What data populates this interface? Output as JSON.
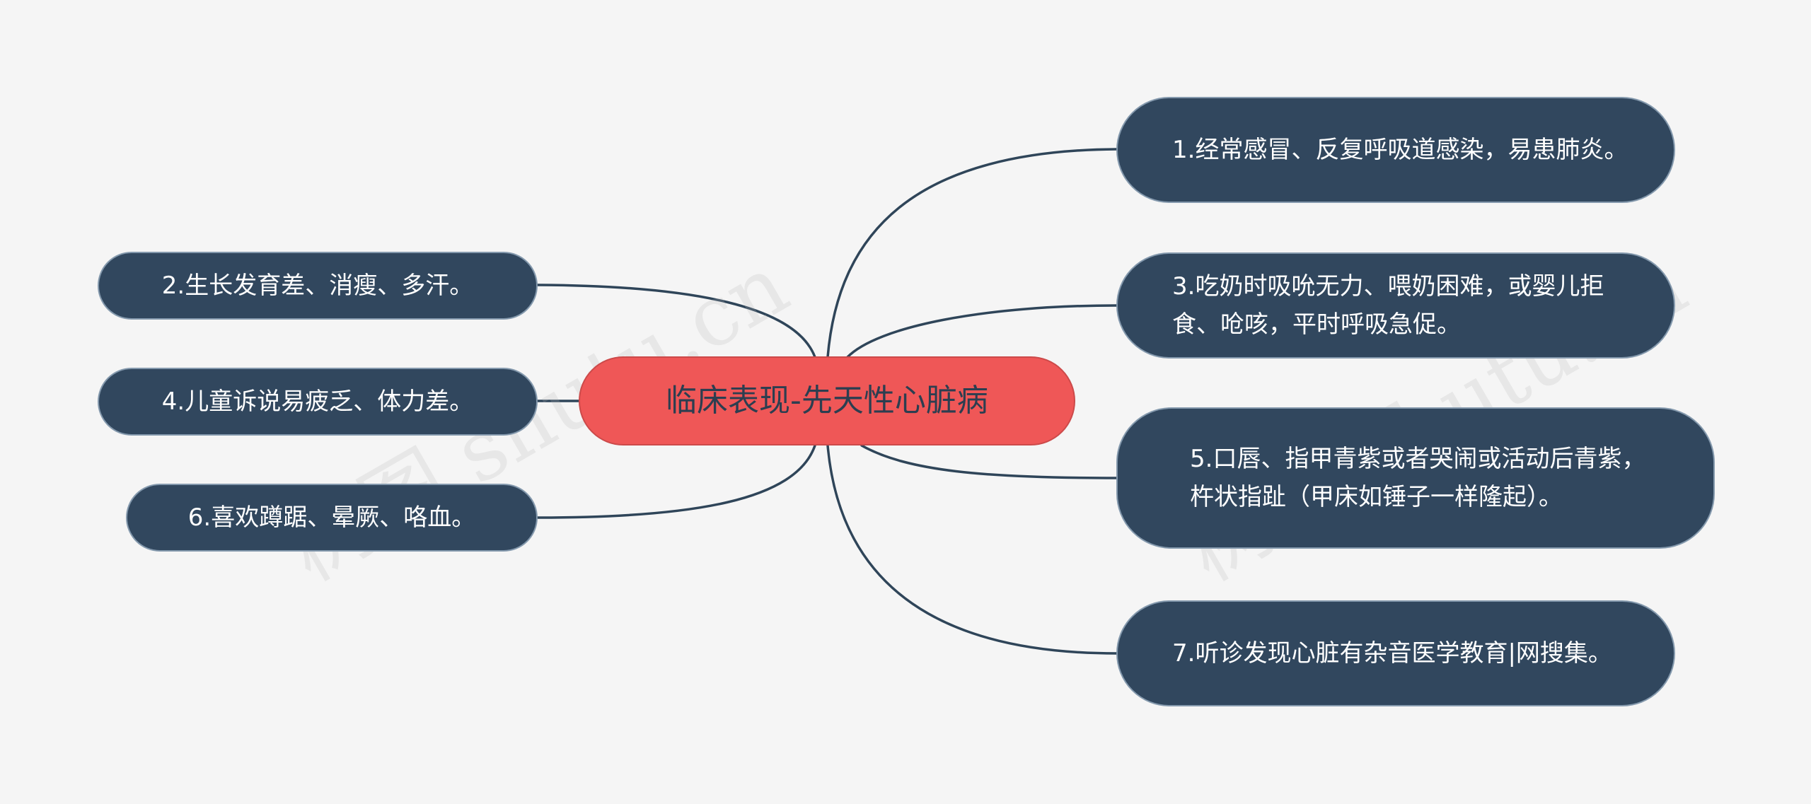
{
  "mindmap": {
    "root": {
      "label": "临床表现-先天性心脏病"
    },
    "right_nodes": [
      {
        "label": "1.经常感冒、反复呼吸道感染，易患肺炎。"
      },
      {
        "label": "3.吃奶时吸吮无力、喂奶困难，或婴儿拒食、呛咳，平时呼吸急促。"
      },
      {
        "label": "5.口唇、指甲青紫或者哭闹或活动后青紫，杵状指趾（甲床如锤子一样隆起）。"
      },
      {
        "label": "7.听诊发现心脏有杂音医学教育|网搜集。"
      }
    ],
    "left_nodes": [
      {
        "label": "2.生长发育差、消瘦、多汗。"
      },
      {
        "label": "4.儿童诉说易疲乏、体力差。"
      },
      {
        "label": "6.喜欢蹲踞、晕厥、咯血。"
      }
    ]
  },
  "watermarks": [
    {
      "text": "树图 shutu.cn"
    },
    {
      "text": "树图 shutu.cn"
    }
  ],
  "colors": {
    "root_fill": "#ef5757",
    "node_fill": "#31475e",
    "connector": "#2f4559",
    "background": "#f5f5f5"
  }
}
